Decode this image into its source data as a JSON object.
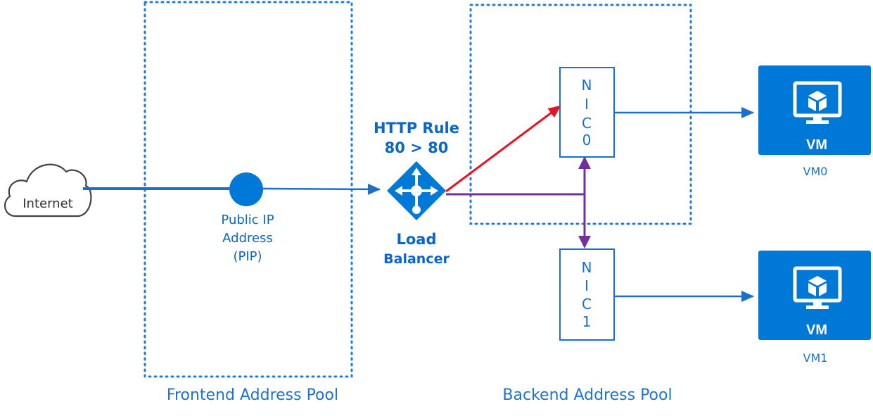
{
  "internet": {
    "label": "Internet"
  },
  "pip": {
    "label_line1": "Public IP",
    "label_line2": "Address",
    "label_line3": "(PIP)"
  },
  "rule": {
    "line1": "HTTP Rule",
    "line2": "80 > 80"
  },
  "load_balancer": {
    "line1": "Load",
    "line2": "Balancer"
  },
  "nics": [
    {
      "letters": [
        "N",
        "I",
        "C",
        "0"
      ]
    },
    {
      "letters": [
        "N",
        "I",
        "C",
        "1"
      ]
    }
  ],
  "vms": [
    {
      "tile_label": "VM",
      "name": "VM0"
    },
    {
      "tile_label": "VM",
      "name": "VM1"
    }
  ],
  "pools": {
    "frontend": "Frontend Address Pool",
    "backend": "Backend Address Pool"
  },
  "colors": {
    "azure_blue": "#0078d7",
    "line_blue": "#1c6fca",
    "active_arrow": "#e81123",
    "pool_path": "#7030a0",
    "pool_border": "#1f7fd1"
  },
  "icons": [
    "cloud-icon",
    "load-balancer-icon",
    "monitor-icon",
    "cube-icon"
  ]
}
